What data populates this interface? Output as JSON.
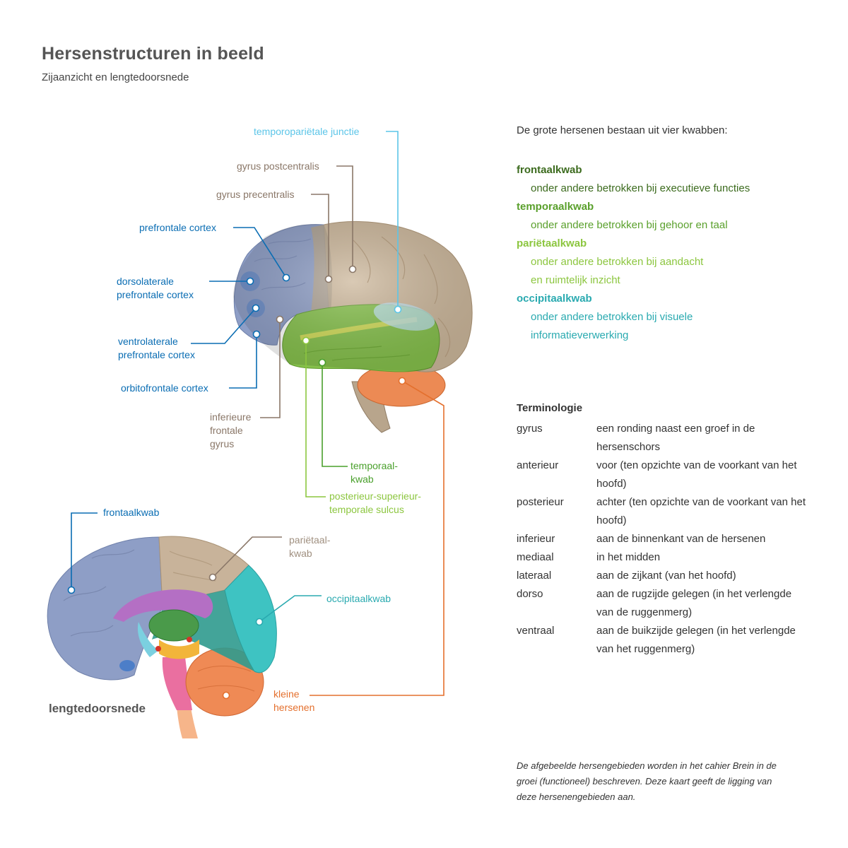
{
  "header": {
    "title": "Hersenstructuren in beeld",
    "subtitle": "Zijaanzicht en lengtedoorsnede"
  },
  "colors": {
    "frontal": "#8e9ec6",
    "prefrontal_blue": "#0a6db3",
    "tan": "#c9b49a",
    "brown_label": "#8a7768",
    "temporal_green": "#7cbf4a",
    "temporal_label": "#4aa02c",
    "parietal_light_green": "#8cc63f",
    "cyan": "#5bc5e8",
    "occipital_teal": "#2aaab0",
    "cerebellum_orange": "#e4702e",
    "dark_green": "#3c6b1e"
  },
  "labels": {
    "temporoparietal": "temporopariëtale junctie",
    "postcentral": "gyrus postcentralis",
    "precentral": "gyrus precentralis",
    "prefrontal": "prefrontale cortex",
    "dorsolateral_1": "dorsolaterale",
    "dorsolateral_2": "prefrontale cortex",
    "ventrolateral_1": "ventrolaterale",
    "ventrolateral_2": "prefrontale cortex",
    "orbitofrontal": "orbitofrontale cortex",
    "inferior_frontal_1": "inferieure",
    "inferior_frontal_2": "frontale",
    "inferior_frontal_3": "gyrus",
    "temporal_lobe_1": "temporaal-",
    "temporal_lobe_2": "kwab",
    "sts_1": "posterieur-superieur-",
    "sts_2": "temporale sulcus",
    "frontaalkwab": "frontaalkwab",
    "parietal_1": "pariëtaal-",
    "parietal_2": "kwab",
    "occipital": "occipitaalkwab",
    "cerebellum_1": "kleine",
    "cerebellum_2": "hersenen",
    "section": "lengtedoorsnede"
  },
  "intro": "De grote hersenen bestaan uit vier kwabben:",
  "lobes": [
    {
      "name": "frontaalkwab",
      "desc": [
        "onder andere betrokken bij executieve functies"
      ],
      "name_color": "#3c6b1e",
      "desc_color": "#3c6b1e"
    },
    {
      "name": "temporaalkwab",
      "desc": [
        "onder andere betrokken bij gehoor en taal"
      ],
      "name_color": "#5aa02c",
      "desc_color": "#5aa02c"
    },
    {
      "name": "pariëtaalkwab",
      "desc": [
        "onder andere betrokken bij aandacht",
        "en ruimtelijk inzicht"
      ],
      "name_color": "#8cc63f",
      "desc_color": "#8cc63f"
    },
    {
      "name": "occipitaalkwab",
      "desc": [
        "onder andere betrokken bij visuele",
        "informatieverwerking"
      ],
      "name_color": "#2aaab0",
      "desc_color": "#2aaab0"
    }
  ],
  "terminology": {
    "title": "Terminologie",
    "rows": [
      {
        "term": "gyrus",
        "def": "een ronding naast een groef in de hersenschors"
      },
      {
        "term": "anterieur",
        "def": "voor (ten opzichte van de voorkant van het hoofd)"
      },
      {
        "term": "posterieur",
        "def": "achter (ten opzichte van de voorkant van het hoofd)"
      },
      {
        "term": "inferieur",
        "def": "aan de binnenkant van de hersenen"
      },
      {
        "term": "mediaal",
        "def": "in het midden"
      },
      {
        "term": "lateraal",
        "def": "aan de zijkant (van het hoofd)"
      },
      {
        "term": "dorso",
        "def": "aan de rugzijde gelegen (in het verlengde van de ruggenmerg)"
      },
      {
        "term": "ventraal",
        "def": "aan de buikzijde gelegen (in het verlengde van het ruggenmerg)"
      }
    ]
  },
  "footnote": "De afgebeelde hersengebieden worden in het cahier Brein in de groei (functioneel) beschreven. Deze kaart geeft de ligging van deze hersenengebieden aan."
}
